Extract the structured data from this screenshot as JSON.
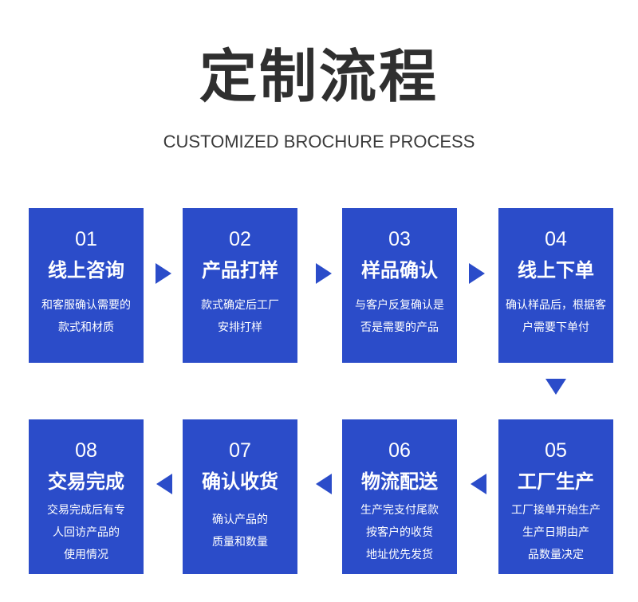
{
  "header": {
    "title": "定制流程",
    "subtitle": "CUSTOMIZED BROCHURE PROCESS"
  },
  "colors": {
    "card_bg": "#2b4cc9",
    "card_text": "#ffffff",
    "title_text": "#2f2f2f",
    "arrow": "#2b4cc9"
  },
  "steps": [
    {
      "num": "01",
      "name": "线上咨询",
      "desc": [
        "和客服确认需要的",
        "款式和材质"
      ]
    },
    {
      "num": "02",
      "name": "产品打样",
      "desc": [
        "款式确定后工厂",
        "安排打样"
      ]
    },
    {
      "num": "03",
      "name": "样品确认",
      "desc": [
        "与客户反复确认是",
        "否是需要的产品"
      ]
    },
    {
      "num": "04",
      "name": "线上下单",
      "desc": [
        "确认样品后，根据客",
        "户需要下单付"
      ]
    },
    {
      "num": "05",
      "name": "工厂生产",
      "desc": [
        "工厂接单开始生产",
        "生产日期由产",
        "品数量决定"
      ]
    },
    {
      "num": "06",
      "name": "物流配送",
      "desc": [
        "生产完支付尾款",
        "按客户的收货",
        "地址优先发货"
      ]
    },
    {
      "num": "07",
      "name": "确认收货",
      "desc": [
        "确认产品的",
        "质量和数量"
      ]
    },
    {
      "num": "08",
      "name": "交易完成",
      "desc": [
        "交易完成后有专",
        "人回访产品的",
        "使用情况"
      ]
    }
  ]
}
